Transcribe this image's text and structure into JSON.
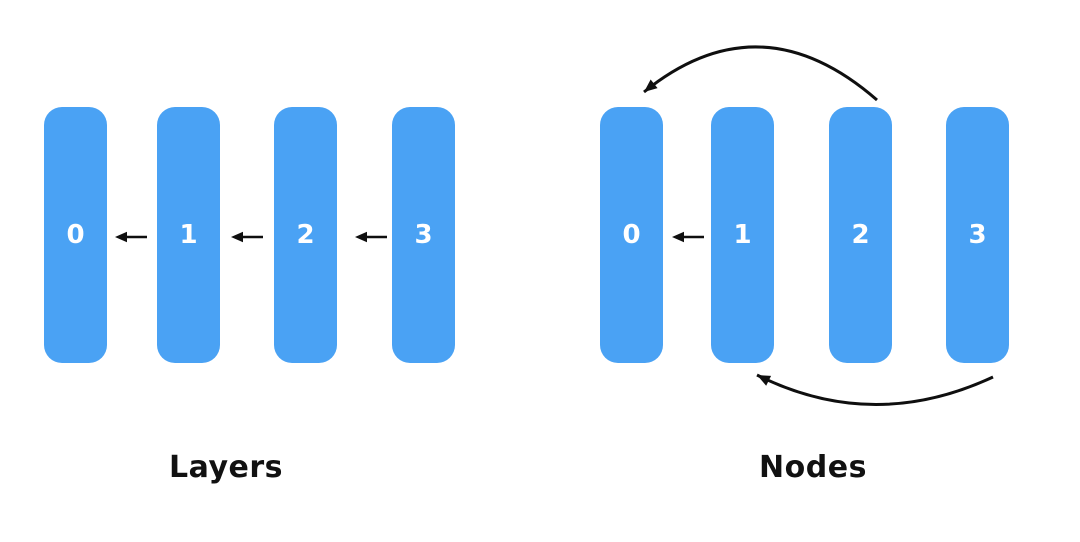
{
  "page": {
    "background_color": "#ffffff"
  },
  "diagram": {
    "colors": {
      "bar_fill": "#4aa2f4",
      "bar_number_text": "#ffffff",
      "arrow_stroke": "#0f0f0f",
      "caption_text": "#111111"
    },
    "layers_group": {
      "caption": "Layers",
      "nodes": [
        "0",
        "1",
        "2",
        "3"
      ],
      "edges": [
        {
          "from": "1",
          "to": "0",
          "style": "straight-left"
        },
        {
          "from": "2",
          "to": "1",
          "style": "straight-left"
        },
        {
          "from": "3",
          "to": "2",
          "style": "straight-left"
        }
      ]
    },
    "nodes_group": {
      "caption": "Nodes",
      "nodes": [
        "0",
        "1",
        "2",
        "3"
      ],
      "edges": [
        {
          "from": "1",
          "to": "0",
          "style": "straight-left"
        },
        {
          "from": "2",
          "to": "0",
          "style": "curved-over-top"
        },
        {
          "from": "3",
          "to": "1",
          "style": "curved-under-bottom"
        }
      ]
    }
  }
}
